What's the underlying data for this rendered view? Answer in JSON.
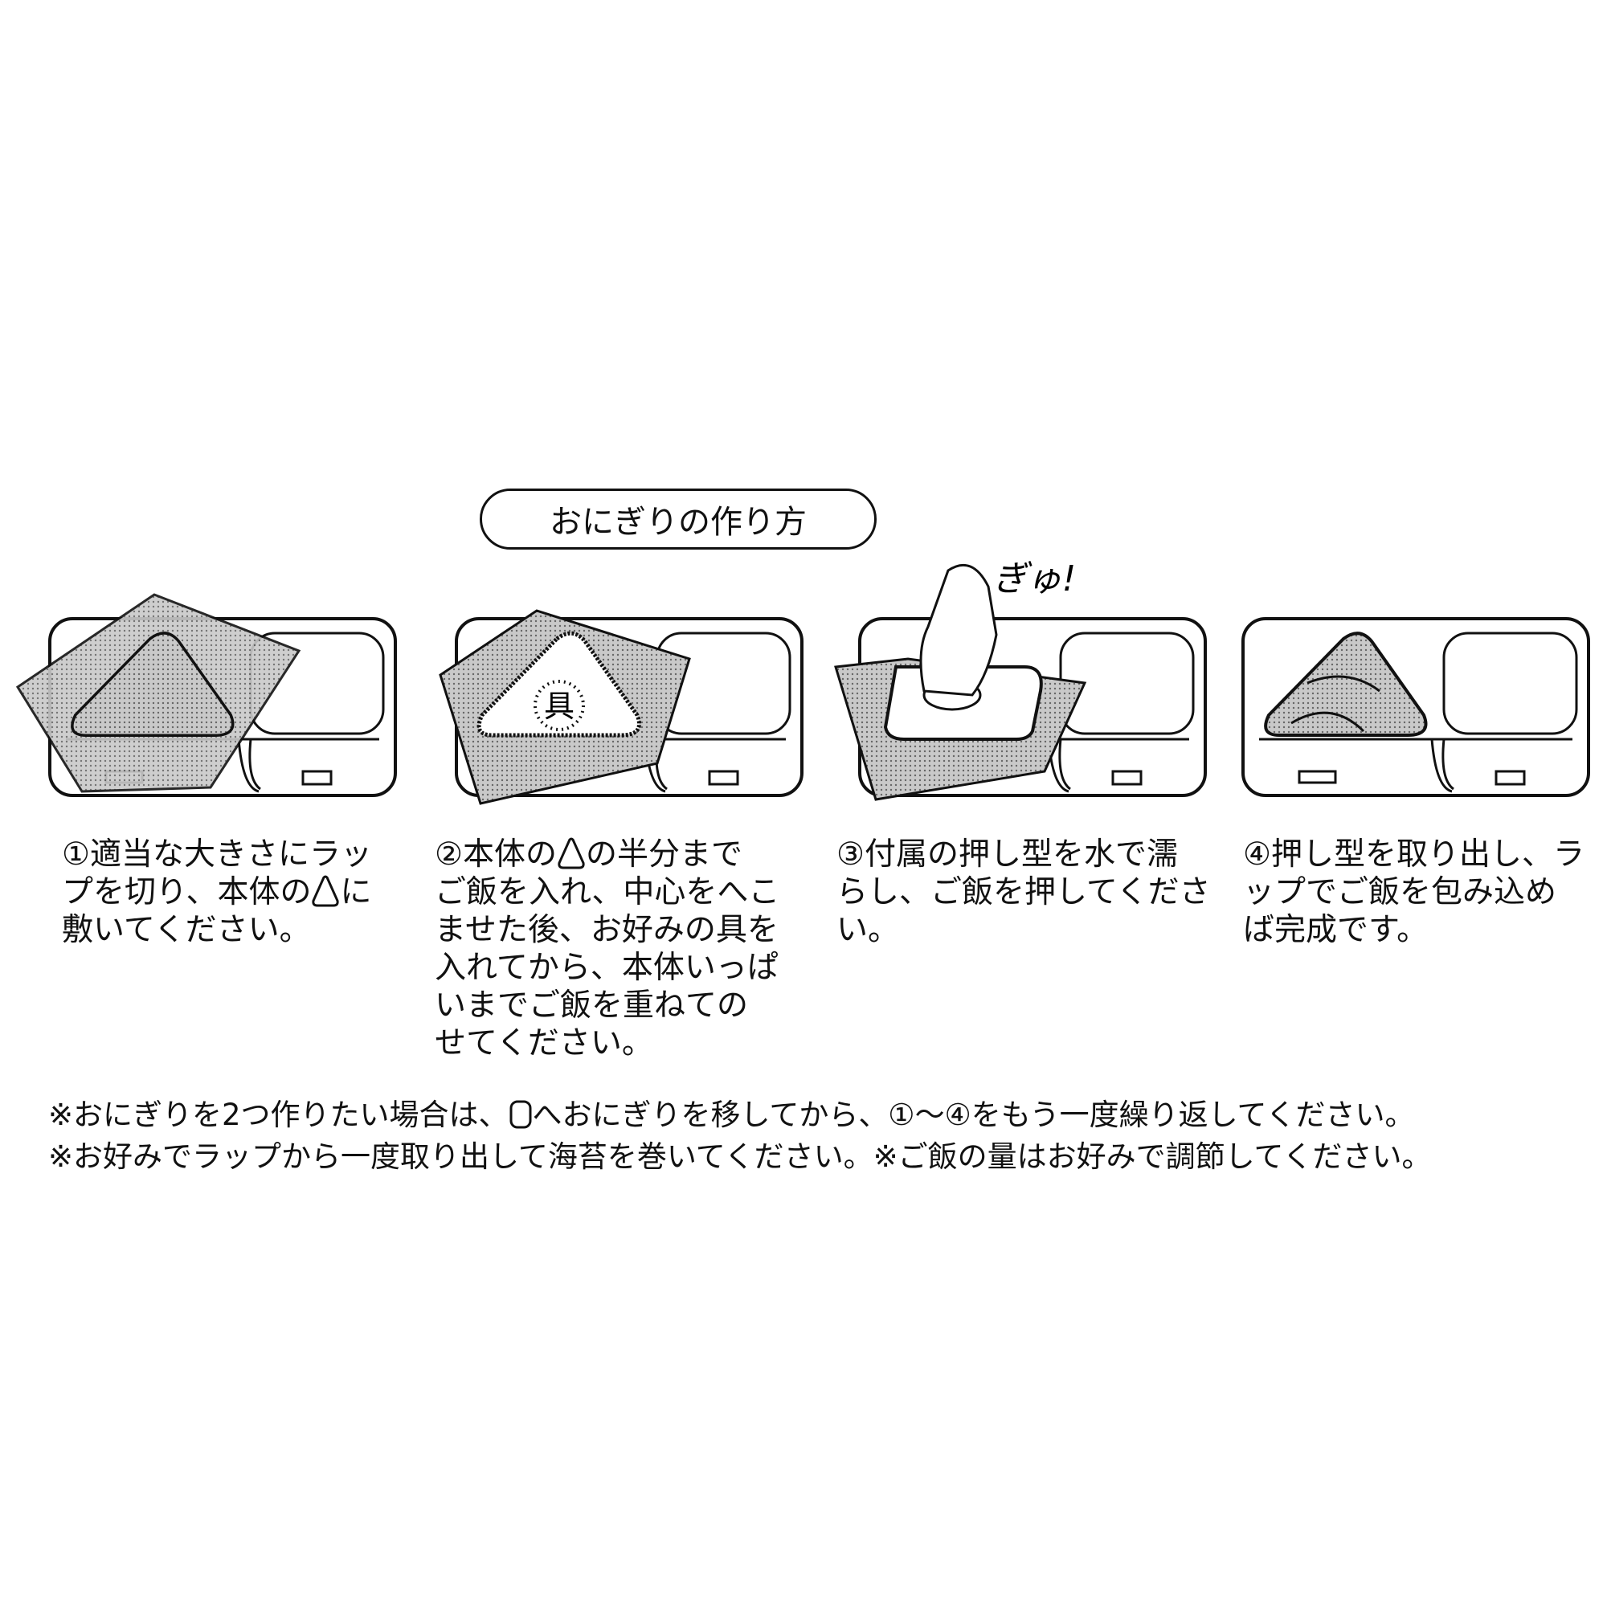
{
  "title": "おにぎりの作り方",
  "sound_effect": "ぎゅ!",
  "filling_label": "具",
  "steps": [
    {
      "lines": [
        [
          "①適当な大きさにラッ"
        ],
        [
          "プを切り、本体の",
          "に"
        ],
        [
          "敷いてください。"
        ]
      ]
    },
    {
      "lines": [
        [
          "②本体の",
          "の半分まで"
        ],
        [
          "ご飯を入れ、中心をへこ"
        ],
        [
          "ませた後、お好みの具を"
        ],
        [
          "入れてから、本体いっぱ"
        ],
        [
          "いまでご飯を重ねての"
        ],
        [
          "せてください。"
        ]
      ]
    },
    {
      "lines": [
        [
          "③付属の押し型を水で濡"
        ],
        [
          "らし、ご飯を押してくださ"
        ],
        [
          "い。"
        ]
      ]
    },
    {
      "lines": [
        [
          "④押し型を取り出し、ラ"
        ],
        [
          "ップでご飯を包み込め"
        ],
        [
          "ば完成です。"
        ]
      ]
    }
  ],
  "notes": [
    [
      "※おにぎりを2つ作りたい場合は、",
      "へおにぎりを移してから、①〜④をもう一度繰り返してください。"
    ],
    [
      "※お好みでラップから一度取り出して海苔を巻いてください。※ご飯の量はお好みで調節してください。"
    ]
  ]
}
